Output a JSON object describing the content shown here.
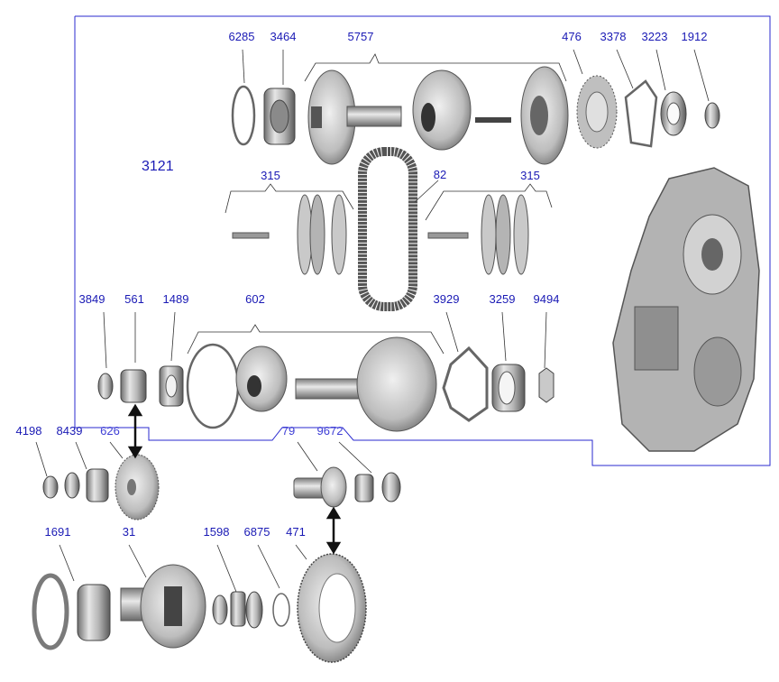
{
  "diagram": {
    "assembly_number": "3121",
    "colors": {
      "label": "#1a1ab5",
      "boundary": "#2a2acf",
      "leader": "#333333",
      "part_light": "#d9d9d9",
      "part_mid": "#a8a8a8",
      "part_dark": "#555555"
    },
    "part_numbers": {
      "p6285": "6285",
      "p3464": "3464",
      "p5757": "5757",
      "p476": "476",
      "p3378": "3378",
      "p3223": "3223",
      "p1912": "1912",
      "p315a": "315",
      "p82": "82",
      "p315b": "315",
      "p3849": "3849",
      "p561": "561",
      "p1489": "1489",
      "p602": "602",
      "p3929": "3929",
      "p3259": "3259",
      "p9494": "9494",
      "p4198": "4198",
      "p8439": "8439",
      "p626": "626",
      "p79": "79",
      "p9672": "9672",
      "p1691": "1691",
      "p31": "31",
      "p1598": "1598",
      "p6875": "6875",
      "p471": "471"
    }
  }
}
